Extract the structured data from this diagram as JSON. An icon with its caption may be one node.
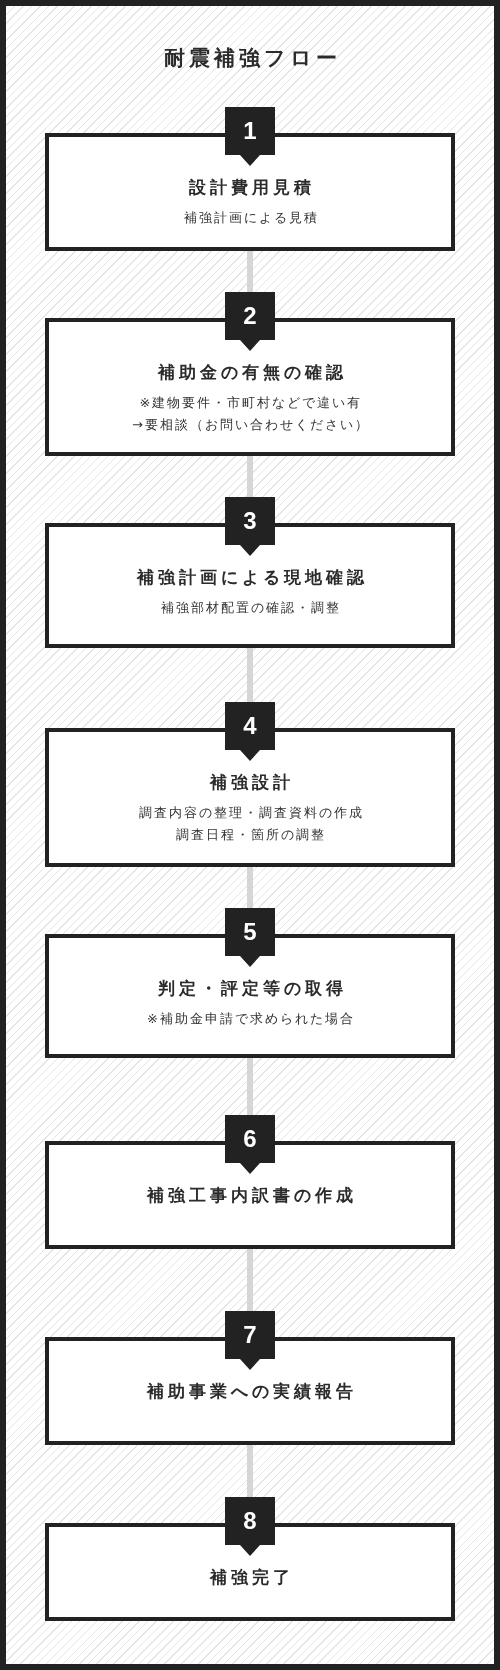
{
  "diagram": {
    "title": "耐震補強フロー",
    "nodes": [
      {
        "text": [
          "1"
        ]
      },
      {
        "text": [
          "設計費用見積",
          "補強計画による見積"
        ]
      },
      {
        "text": [
          "2"
        ]
      },
      {
        "text": [
          "補助金の有無の確認",
          "※建物要件・市町村などで違い有",
          "→要相談（お問い合わせください）"
        ]
      },
      {
        "text": [
          "3"
        ]
      },
      {
        "text": [
          "補強計画による現地確認",
          "補強部材配置の確認・調整"
        ]
      },
      {
        "text": [
          "4"
        ]
      },
      {
        "text": [
          "補強設計",
          "調査内容の整理・調査資料の作成",
          "調査日程・箇所の調整"
        ]
      },
      {
        "text": [
          "5"
        ]
      },
      {
        "text": [
          "判定・評定等の取得",
          "※補助金申請で求められた場合"
        ]
      },
      {
        "text": [
          "6"
        ]
      },
      {
        "text": [
          "補強工事内訳書の作成"
        ]
      },
      {
        "text": [
          "7"
        ]
      },
      {
        "text": [
          "補助事業への実績報告"
        ]
      },
      {
        "text": [
          "8"
        ]
      },
      {
        "text": [
          "補強完了"
        ]
      }
    ],
    "edges": [
      {
        "from": 1,
        "to": 2,
        "arrow": "none"
      },
      {
        "from": 3,
        "to": 4,
        "arrow": "none"
      },
      {
        "from": 5,
        "to": 6,
        "arrow": "none"
      },
      {
        "from": 7,
        "to": 8,
        "arrow": "none"
      },
      {
        "from": 9,
        "to": 10,
        "arrow": "none"
      },
      {
        "from": 11,
        "to": 12,
        "arrow": "none"
      },
      {
        "from": 13,
        "to": 14,
        "arrow": "none"
      }
    ]
  }
}
